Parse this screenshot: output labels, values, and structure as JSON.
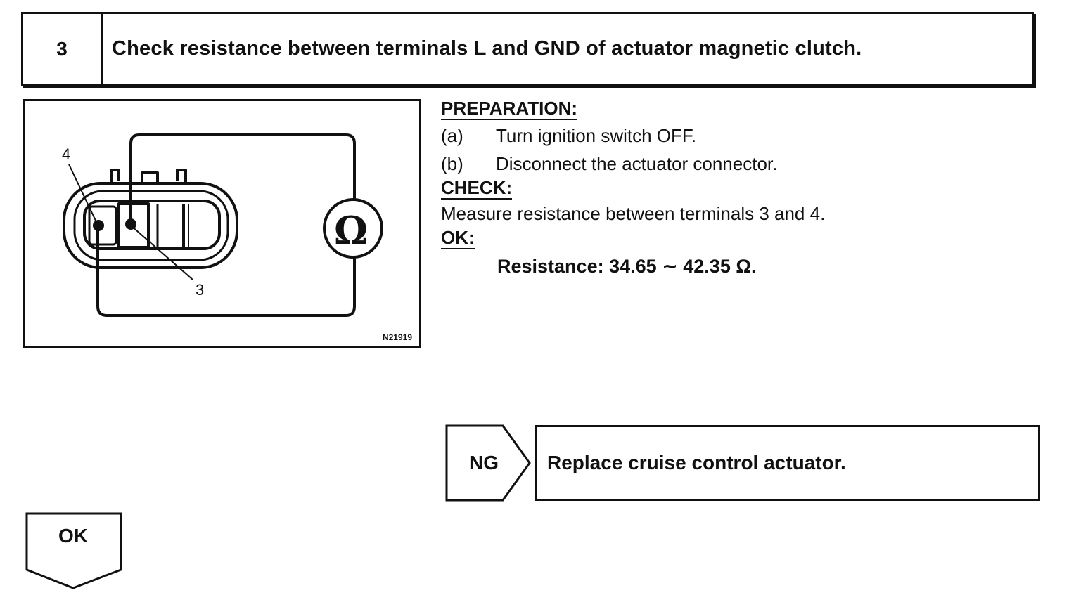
{
  "step": {
    "number": "3",
    "title": "Check resistance between terminals L and GND of actuator magnetic clutch."
  },
  "figure": {
    "label_terminal_4": "4",
    "label_terminal_3": "3",
    "meter_symbol": "Ω",
    "figure_code": "N21919",
    "icon": "ohmmeter-connector-diagram"
  },
  "instructions": {
    "preparation_heading": "PREPARATION:",
    "preparation_steps": [
      {
        "letter": "(a)",
        "text": "Turn ignition switch OFF."
      },
      {
        "letter": "(b)",
        "text": "Disconnect the actuator connector."
      }
    ],
    "check_heading": "CHECK:",
    "check_text": "Measure resistance between terminals 3 and 4.",
    "ok_heading": "OK:",
    "ok_spec": "Resistance: 34.65 ∼ 42.35 Ω."
  },
  "result_ng": {
    "label": "NG",
    "action": "Replace cruise control actuator."
  },
  "result_ok": {
    "label": "OK"
  }
}
